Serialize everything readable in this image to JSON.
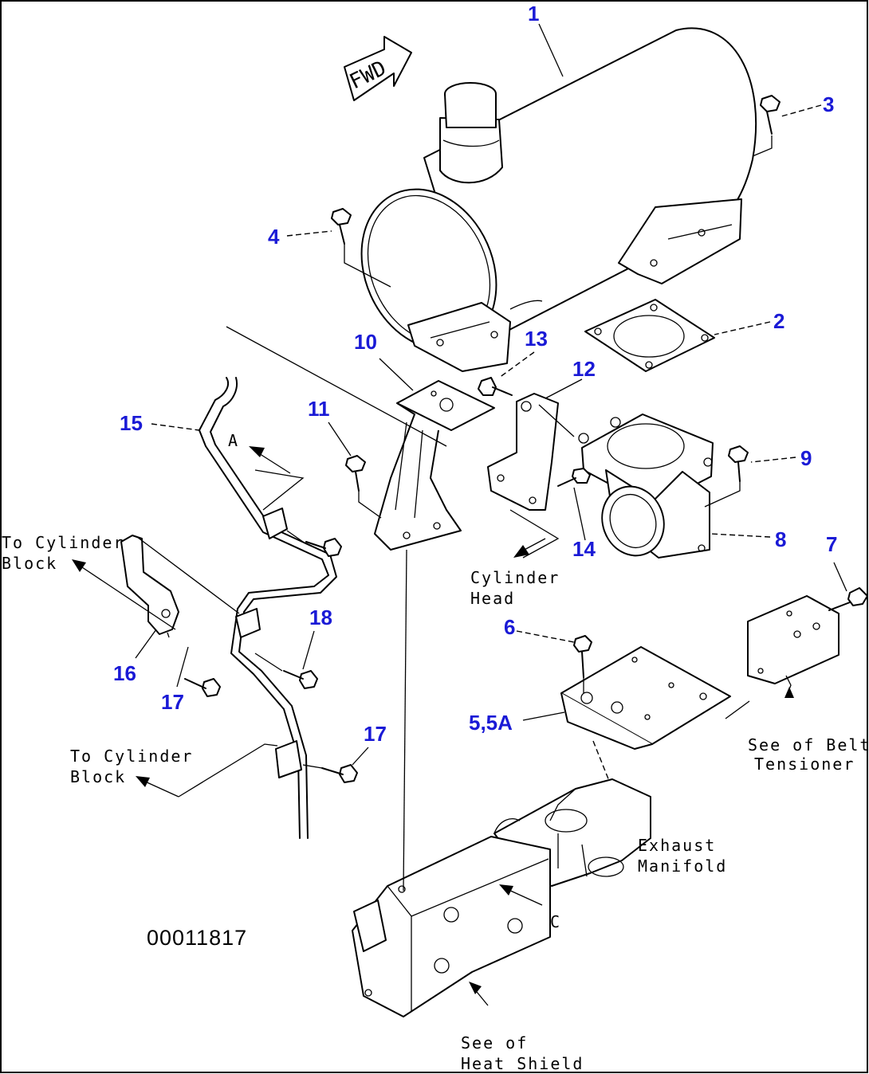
{
  "drawing_number": "00011817",
  "fwd_label": "FWD",
  "callouts": {
    "c1": "1",
    "c2": "2",
    "c3": "3",
    "c4": "4",
    "c5": "5,5A",
    "c6": "6",
    "c7": "7",
    "c8": "8",
    "c9": "9",
    "c10": "10",
    "c11": "11",
    "c12": "12",
    "c13": "13",
    "c14": "14",
    "c15": "15",
    "c16": "16",
    "c17a": "17",
    "c17b": "17",
    "c18": "18"
  },
  "notes": {
    "cyl_block_1_l1": "To Cylinder",
    "cyl_block_1_l2": "Block",
    "cyl_block_2_l1": "To Cylinder",
    "cyl_block_2_l2": "Block",
    "cyl_head_l1": "Cylinder",
    "cyl_head_l2": "Head",
    "belt_l1": "See of Belt",
    "belt_l2": "Tensioner",
    "exhaust_l1": "Exhaust",
    "exhaust_l2": "Manifold",
    "heat_l1": "See of",
    "heat_l2": "Heat Shield",
    "ref_a": "A",
    "ref_b": "C"
  }
}
